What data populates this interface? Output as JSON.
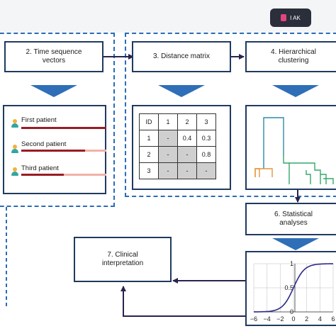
{
  "steps": {
    "s2": "2. Time sequence\nvectors",
    "s3": "3. Distance matrix",
    "s4": "4. Hierarchical\nclustering",
    "s6": "6. Statistical\nanalyses",
    "s7": "7. Clinical\ninterpretation"
  },
  "logo_text": "I AK",
  "patients": [
    {
      "name": "First patient",
      "fill": 1.0
    },
    {
      "name": "Second patient",
      "fill": 0.75
    },
    {
      "name": "Third patient",
      "fill": 0.5
    }
  ],
  "matrix": {
    "header": [
      "ID",
      "1",
      "2",
      "3"
    ],
    "rows": [
      [
        "1",
        "-",
        "0.4",
        "0.3"
      ],
      [
        "2",
        "-",
        "-",
        "0.8"
      ],
      [
        "3",
        "-",
        "-",
        "-"
      ]
    ]
  },
  "sigmoid_axis": {
    "x_ticks": [
      "−6",
      "−4",
      "−2",
      "0",
      "2",
      "4",
      "6"
    ],
    "y_ticks": [
      "0",
      "0.5",
      "1"
    ]
  },
  "colors": {
    "box_border": "#1f3a5f",
    "dashed": "#2a6db5",
    "arrow": "#2b2250",
    "triangle": "#2e6fb7",
    "bar_dark": "#9a1b24",
    "bar_light": "#f0b2a6",
    "dendro_main": "#2d8aa8",
    "dendro_orange": "#e6953a",
    "dendro_green": "#35a86a",
    "sigmoid": "#2b2a8a"
  }
}
